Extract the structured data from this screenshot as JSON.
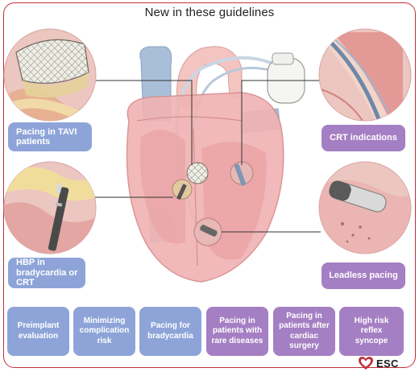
{
  "title": "New in these guidelines",
  "feature_labels": {
    "tavi": "Pacing in TAVI patients",
    "crt": "CRT indications",
    "hbp": "HBP in bradycardia or CRT",
    "leadless": "Leadless pacing"
  },
  "topics": [
    "Preimplant evaluation",
    "Minimizing complication risk",
    "Pacing for bradycardia",
    "Pacing in patients with rare diseases",
    "Pacing in patients after cardiac surgery",
    "High risk reflex syncope"
  ],
  "logo": {
    "text": "ESC"
  },
  "colors": {
    "frame": "#c0303a",
    "blue_pill": "#8ea4d8",
    "purple_pill": "#a57fc3",
    "heart": "#f0b4b4",
    "vessel": "#a9bfd9",
    "circle_bg": "#e7b8b5"
  }
}
